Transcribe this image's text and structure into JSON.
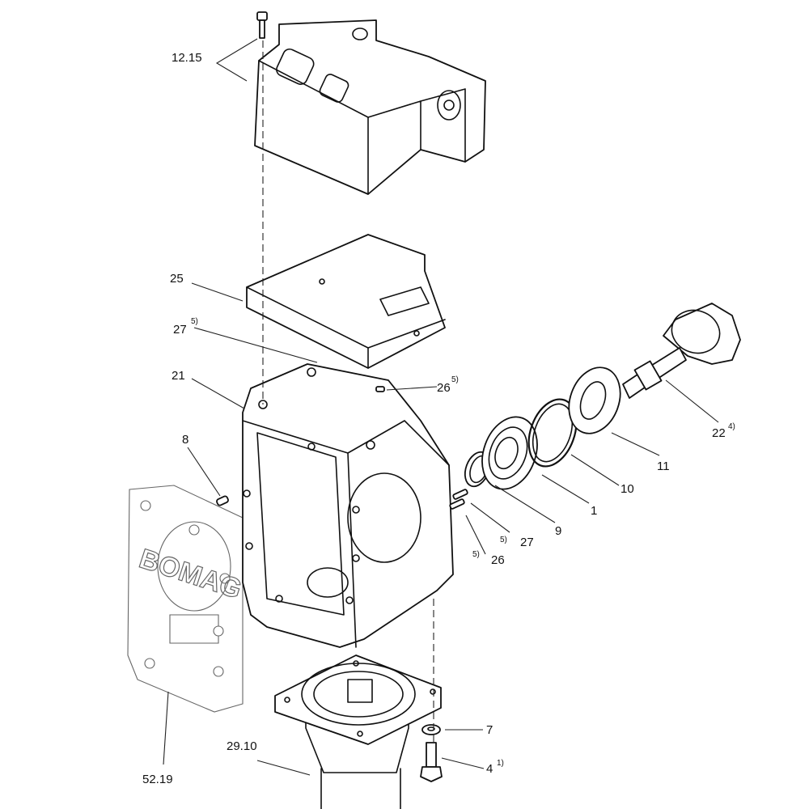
{
  "diagram": {
    "logo_text": "BOMAG",
    "callouts": [
      {
        "id": "c1215",
        "label": "12.15",
        "note": ""
      },
      {
        "id": "c25",
        "label": "25",
        "note": ""
      },
      {
        "id": "c27a",
        "label": "27",
        "note": "5)"
      },
      {
        "id": "c21",
        "label": "21",
        "note": ""
      },
      {
        "id": "c26a",
        "label": "26",
        "note": "5)"
      },
      {
        "id": "c8",
        "label": "8",
        "note": ""
      },
      {
        "id": "c22",
        "label": "22",
        "note": "4)"
      },
      {
        "id": "c11",
        "label": "11",
        "note": ""
      },
      {
        "id": "c10",
        "label": "10",
        "note": ""
      },
      {
        "id": "c1",
        "label": "1",
        "note": ""
      },
      {
        "id": "c9",
        "label": "9",
        "note": ""
      },
      {
        "id": "c27b",
        "label": "27",
        "note": "5)"
      },
      {
        "id": "c26b",
        "label": "26",
        "note": "5)"
      },
      {
        "id": "c5219",
        "label": "52.19",
        "note": ""
      },
      {
        "id": "c2910",
        "label": "29.10",
        "note": ""
      },
      {
        "id": "c7",
        "label": "7",
        "note": ""
      },
      {
        "id": "c4",
        "label": "4",
        "note": "1)"
      }
    ]
  }
}
